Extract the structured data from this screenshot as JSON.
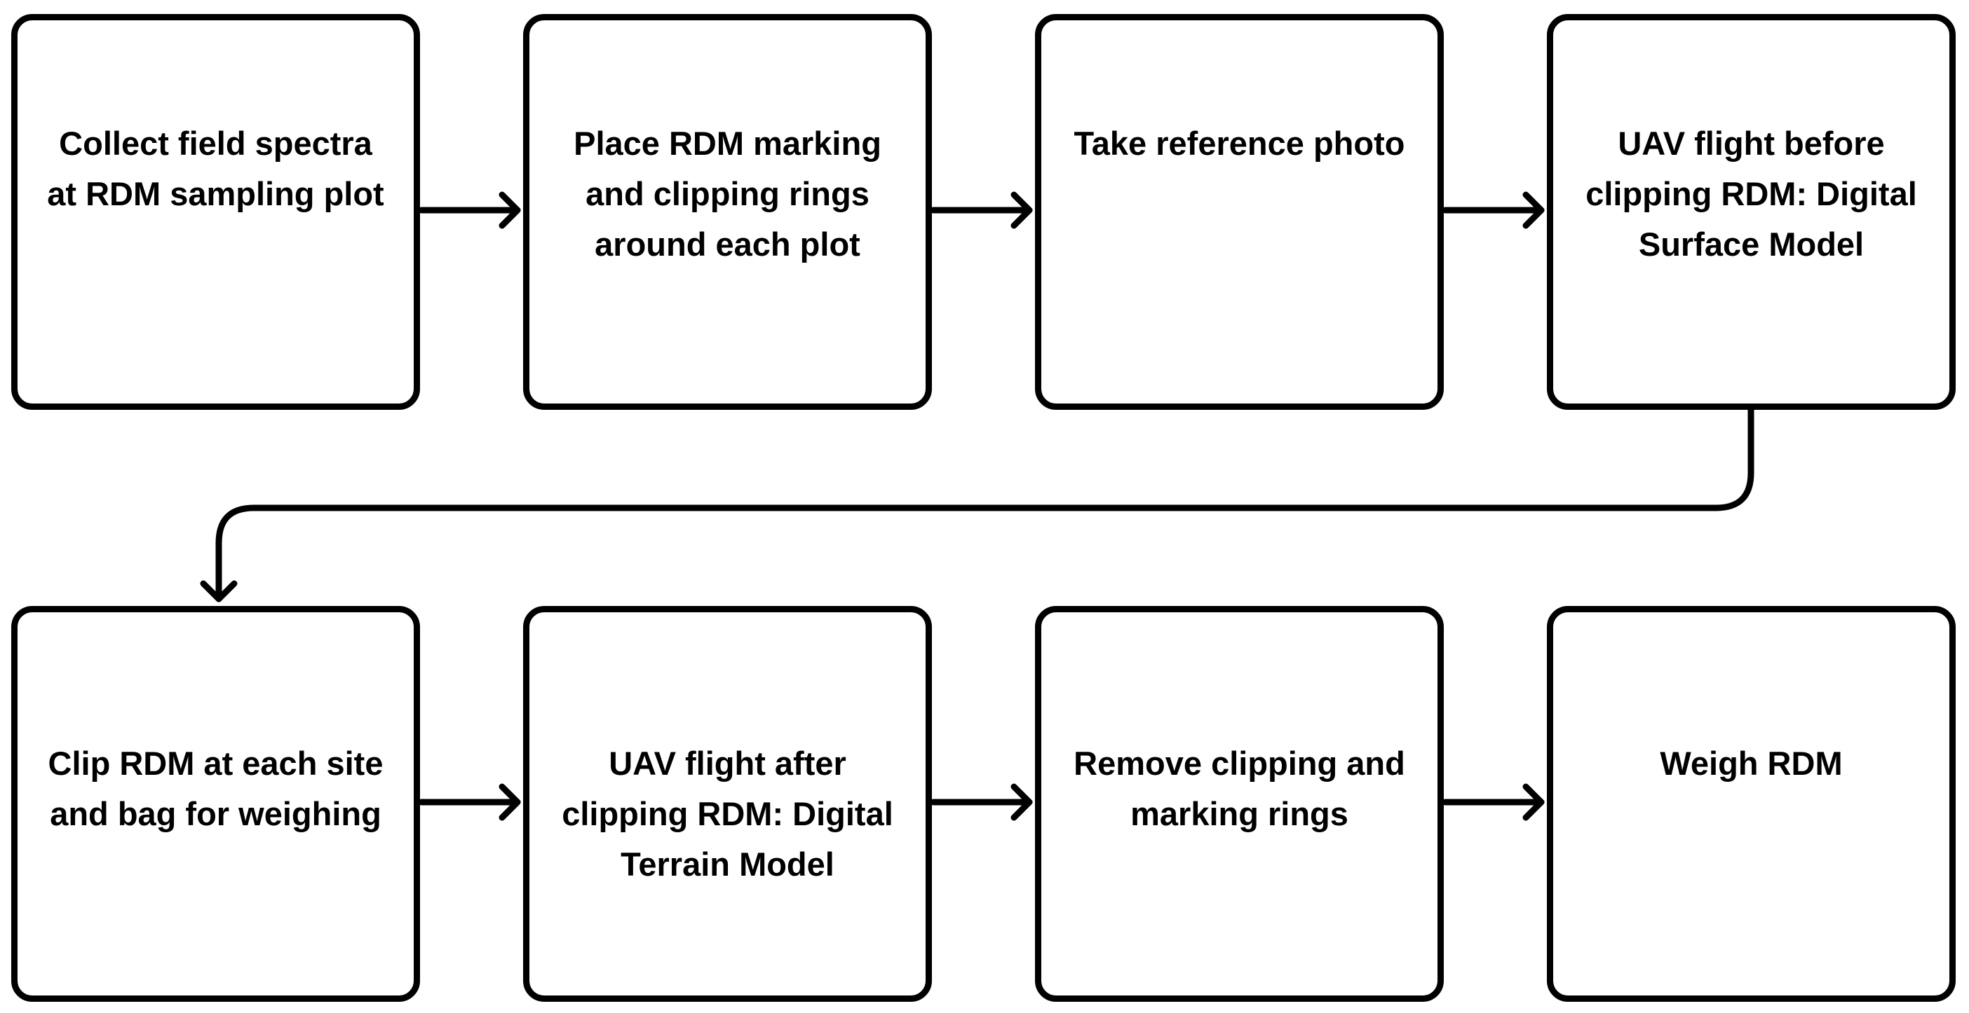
{
  "diagram": {
    "steps": [
      {
        "label": "Collect field spectra\nat RDM sampling plot"
      },
      {
        "label": "Place RDM marking\nand clipping rings\naround each plot"
      },
      {
        "label": "Take reference photo"
      },
      {
        "label": "UAV flight before\nclipping RDM: Digital\nSurface Model"
      },
      {
        "label": "Clip RDM at each site\nand bag for weighing"
      },
      {
        "label": "UAV flight after\nclipping RDM: Digital\nTerrain Model"
      },
      {
        "label": "Remove clipping and\nmarking rings"
      },
      {
        "label": "Weigh RDM"
      }
    ],
    "colors": {
      "stroke": "#000000",
      "fill": "#ffffff",
      "text": "#000000"
    }
  }
}
